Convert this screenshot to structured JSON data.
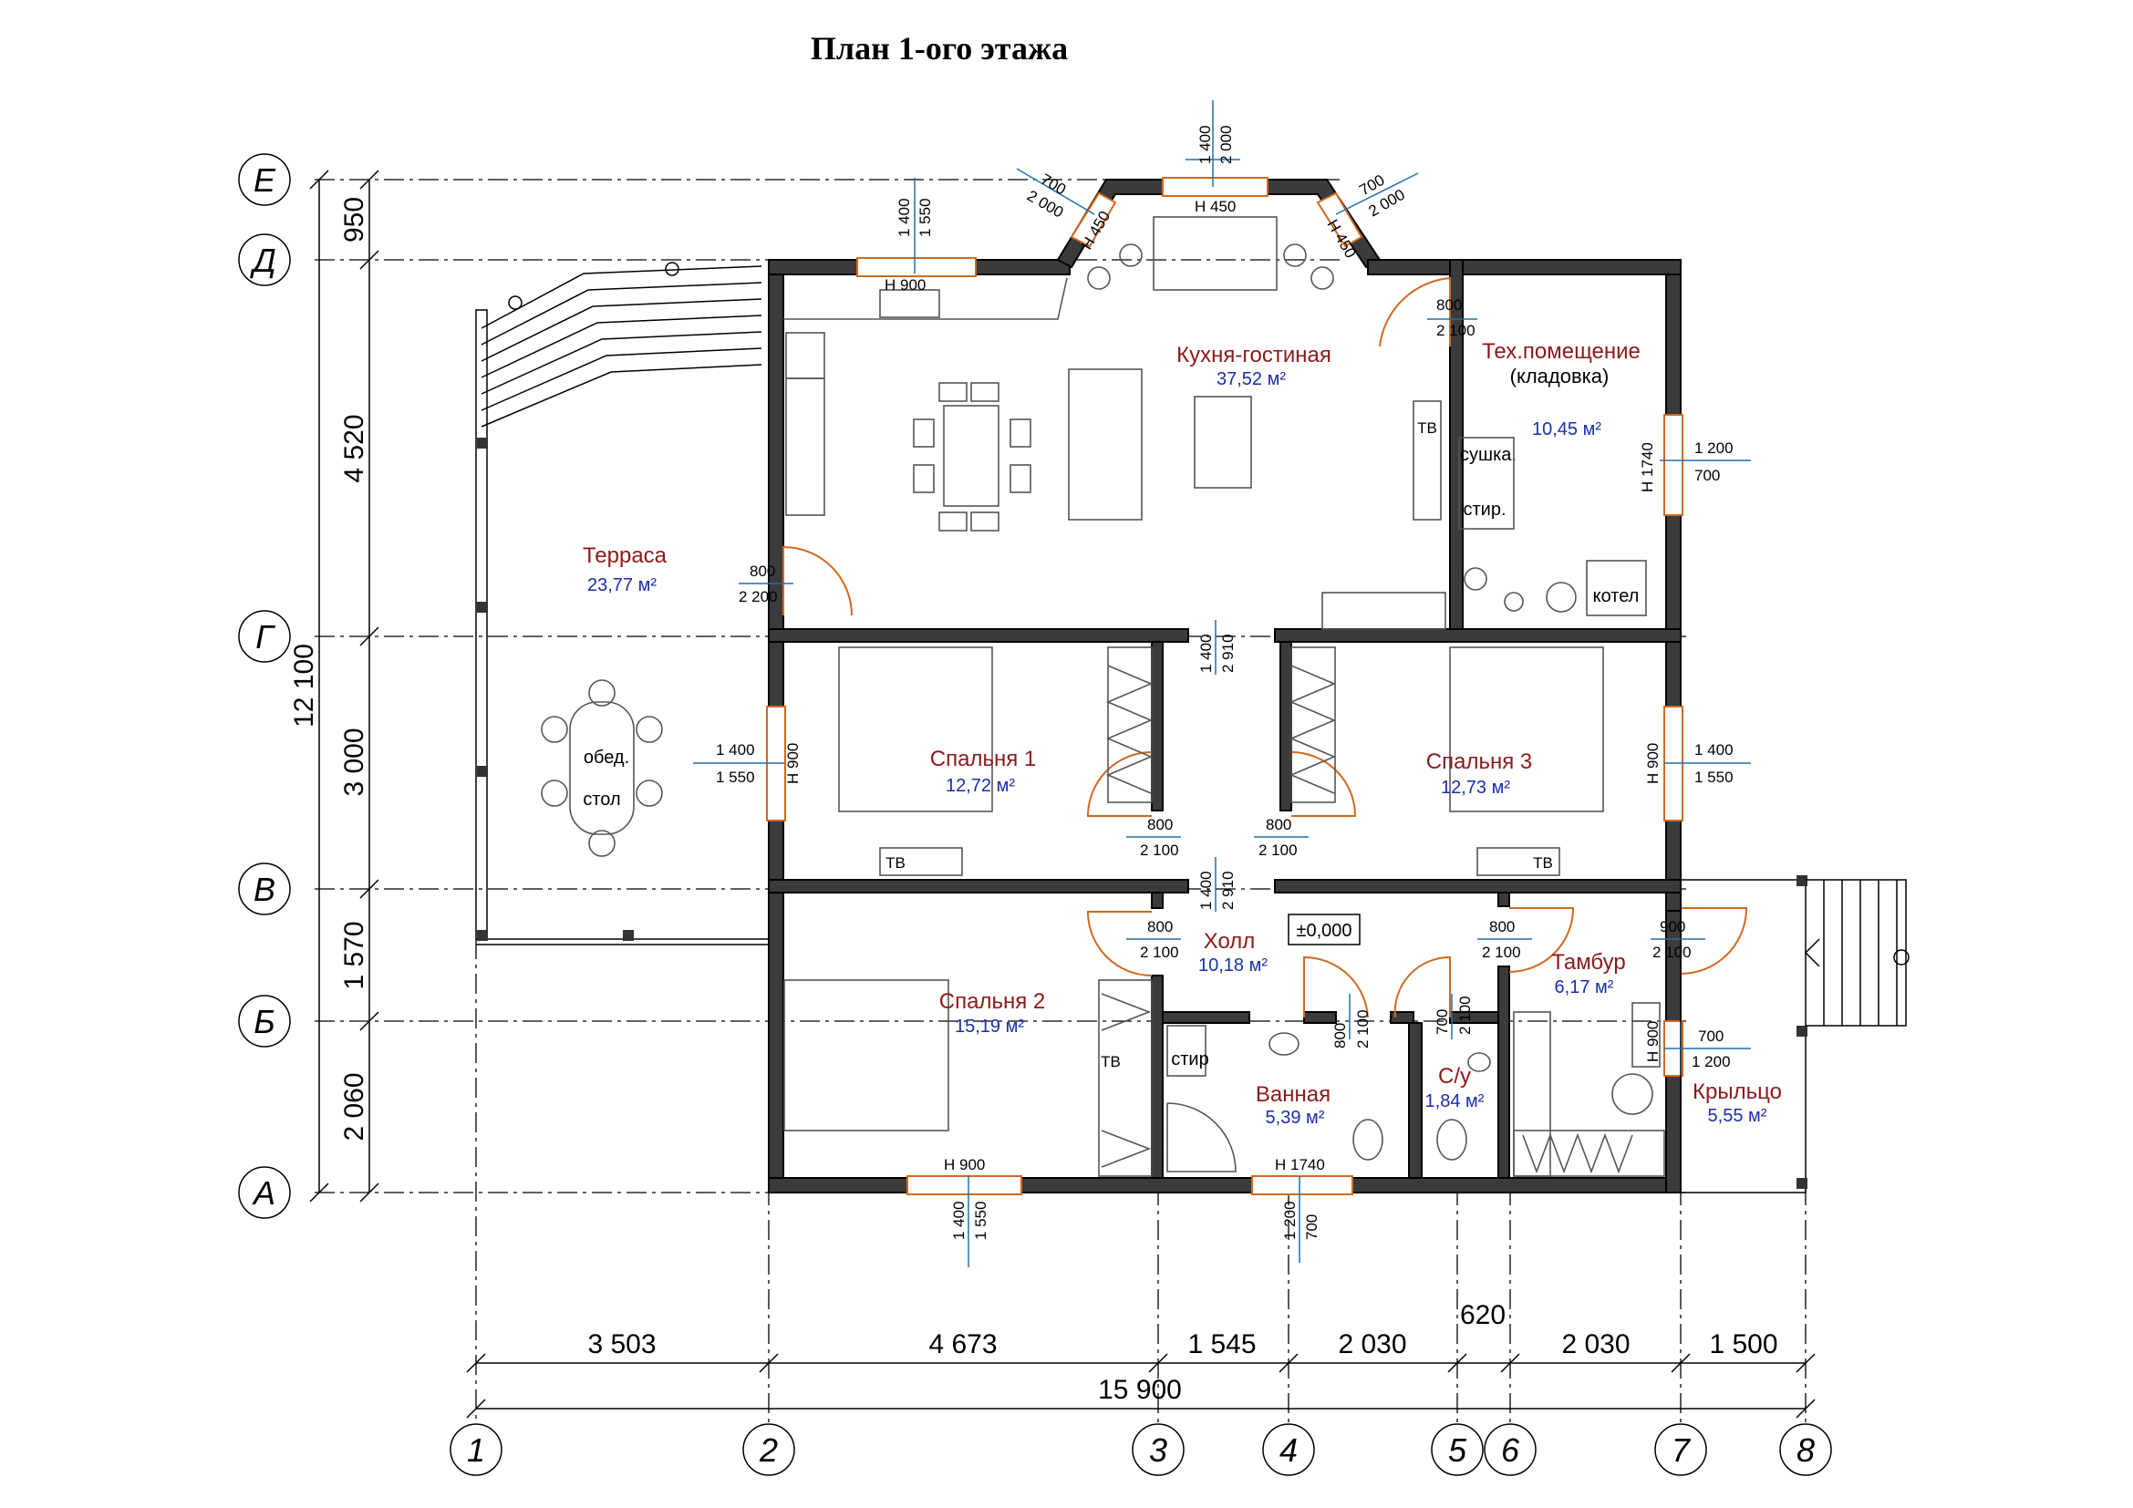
{
  "title": "План 1-ого этажа",
  "axes": {
    "rows": [
      "Е",
      "Д",
      "Г",
      "В",
      "Б",
      "А"
    ],
    "cols": [
      "1",
      "2",
      "3",
      "4",
      "5",
      "6",
      "7",
      "8"
    ]
  },
  "dims_left": {
    "d1": "950",
    "d2": "4 520",
    "d3": "3 000",
    "d4": "1 570",
    "d5": "2 060",
    "total": "12 100"
  },
  "dims_bottom": {
    "d1": "3 503",
    "d2": "4 673",
    "d3": "1 545",
    "d4": "2 030",
    "d5": "620",
    "d6": "2 030",
    "d7": "1 500",
    "total": "15 900"
  },
  "rooms": {
    "kitchen": {
      "name": "Кухня-гостиная",
      "area": "37,52 м²"
    },
    "tech": {
      "name": "Тех.помещение",
      "sub": "(кладовка)",
      "area": "10,45 м²"
    },
    "terrace": {
      "name": "Терраса",
      "area": "23,77 м²"
    },
    "bed1": {
      "name": "Спальня 1",
      "area": "12,72 м²"
    },
    "bed3": {
      "name": "Спальня 3",
      "area": "12,73 м²"
    },
    "bed2": {
      "name": "Спальня 2",
      "area": "15,19 м²"
    },
    "hall": {
      "name": "Холл",
      "area": "10,18 м²"
    },
    "bath": {
      "name": "Ванная",
      "area": "5,39 м²"
    },
    "wc": {
      "name": "С/у",
      "area": "1,84 м²"
    },
    "vest": {
      "name": "Тамбур",
      "area": "6,17 м²"
    },
    "porch": {
      "name": "Крыльцо",
      "area": "5,55 м²"
    }
  },
  "level": "±0,000",
  "labels": {
    "tv": "ТВ",
    "dryer": "сушка.",
    "washer": "стир.",
    "boiler": "котел",
    "dining1": "обед.",
    "dining2": "стол",
    "wash2": "стир"
  },
  "openings": {
    "w_top_a": "1 400",
    "w_top_b": "2 000",
    "w_top_h": "Н 450",
    "w_diag_l_a": "700",
    "w_diag_l_b": "2 000",
    "w_diag_l_h": "Н 450",
    "w_diag_r_a": "700",
    "w_diag_r_b": "2 000",
    "w_diag_r_h": "Н 450",
    "w_kit_a": "1 400",
    "w_kit_b": "1 550",
    "w_kit_h": "Н 900",
    "d_tech_a": "800",
    "d_tech_b": "2 100",
    "w_tech_a": "1 200",
    "w_tech_b": "700",
    "w_tech_h": "Н 1740",
    "d_terr_a": "800",
    "d_terr_b": "2 200",
    "op_top_a": "1 400",
    "op_top_b": "2 910",
    "op_bot_a": "1 400",
    "op_bot_b": "2 910",
    "w_b1_a": "1 400",
    "w_b1_b": "1 550",
    "w_b1_h": "Н 900",
    "w_b3_a": "1 400",
    "w_b3_b": "1 550",
    "w_b3_h": "Н 900",
    "d_b1_a": "800",
    "d_b1_b": "2 100",
    "d_b3_a": "800",
    "d_b3_b": "2 100",
    "d_b2_a": "800",
    "d_b2_b": "2 100",
    "d_bath_a": "800",
    "d_bath_b": "2 100",
    "d_wc_a": "700",
    "d_wc_b": "2 100",
    "d_vest_a": "800",
    "d_vest_b": "2 100",
    "d_ext_a": "900",
    "d_ext_b": "2 100",
    "w_vest_a": "700",
    "w_vest_b": "1 200",
    "w_vest_h": "Н 900",
    "w_b2_a": "1 400",
    "w_b2_b": "1 550",
    "w_b2_h": "Н 900",
    "w_bath_a": "1 200",
    "w_bath_b": "700",
    "w_bath_h": "Н 1740"
  }
}
